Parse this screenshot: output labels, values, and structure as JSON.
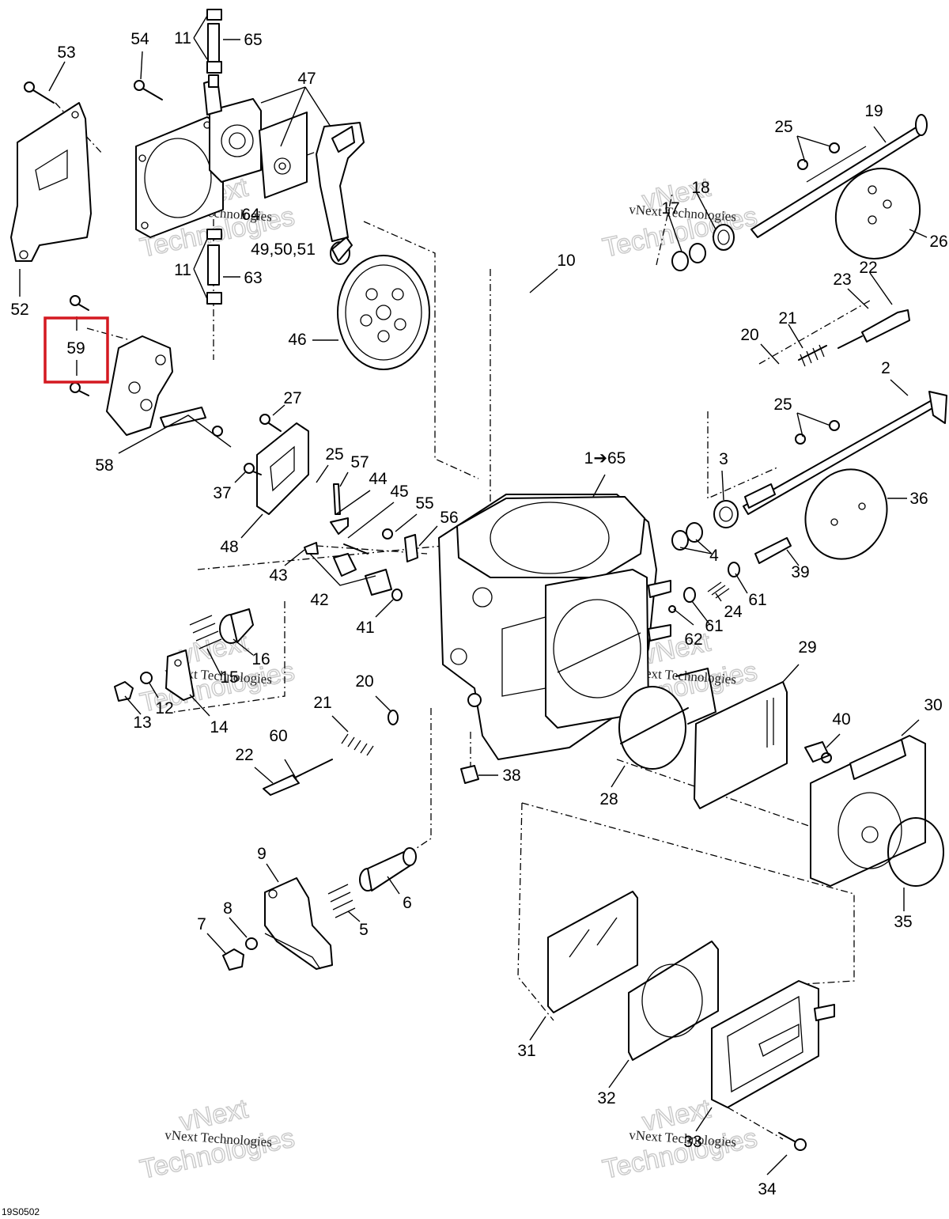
{
  "figure": {
    "drawing_code": "19S0502",
    "highlight_color": "#d41920"
  },
  "watermark": {
    "line1": "vNext Technologies",
    "line2": "vNext",
    "line3": "Technologies"
  },
  "callouts": [
    {
      "id": "53",
      "text": "53"
    },
    {
      "id": "54",
      "text": "54"
    },
    {
      "id": "11a",
      "text": "11"
    },
    {
      "id": "65",
      "text": "65"
    },
    {
      "id": "47",
      "text": "47"
    },
    {
      "id": "64",
      "text": "64"
    },
    {
      "id": "49-51",
      "text": "49,50,51"
    },
    {
      "id": "11b",
      "text": "11"
    },
    {
      "id": "63",
      "text": "63"
    },
    {
      "id": "52",
      "text": "52"
    },
    {
      "id": "59",
      "text": "59"
    },
    {
      "id": "46",
      "text": "46"
    },
    {
      "id": "58",
      "text": "58"
    },
    {
      "id": "27",
      "text": "27"
    },
    {
      "id": "37",
      "text": "37"
    },
    {
      "id": "48",
      "text": "48"
    },
    {
      "id": "25a",
      "text": "25"
    },
    {
      "id": "57",
      "text": "57"
    },
    {
      "id": "44",
      "text": "44"
    },
    {
      "id": "45",
      "text": "45"
    },
    {
      "id": "55",
      "text": "55"
    },
    {
      "id": "56",
      "text": "56"
    },
    {
      "id": "43",
      "text": "43"
    },
    {
      "id": "42",
      "text": "42"
    },
    {
      "id": "41",
      "text": "41"
    },
    {
      "id": "10",
      "text": "10"
    },
    {
      "id": "1-65",
      "text": "1➔65"
    },
    {
      "id": "19",
      "text": "19"
    },
    {
      "id": "25b",
      "text": "25"
    },
    {
      "id": "18",
      "text": "18"
    },
    {
      "id": "17",
      "text": "17"
    },
    {
      "id": "26",
      "text": "26"
    },
    {
      "id": "23",
      "text": "23"
    },
    {
      "id": "22a",
      "text": "22"
    },
    {
      "id": "20a",
      "text": "20"
    },
    {
      "id": "21a",
      "text": "21"
    },
    {
      "id": "2",
      "text": "2"
    },
    {
      "id": "25c",
      "text": "25"
    },
    {
      "id": "3",
      "text": "3"
    },
    {
      "id": "36",
      "text": "36"
    },
    {
      "id": "4",
      "text": "4"
    },
    {
      "id": "39",
      "text": "39"
    },
    {
      "id": "61a",
      "text": "61"
    },
    {
      "id": "24",
      "text": "24"
    },
    {
      "id": "61b",
      "text": "61"
    },
    {
      "id": "62",
      "text": "62"
    },
    {
      "id": "16",
      "text": "16"
    },
    {
      "id": "15",
      "text": "15"
    },
    {
      "id": "12",
      "text": "12"
    },
    {
      "id": "13",
      "text": "13"
    },
    {
      "id": "14",
      "text": "14"
    },
    {
      "id": "20b",
      "text": "20"
    },
    {
      "id": "21b",
      "text": "21"
    },
    {
      "id": "60",
      "text": "60"
    },
    {
      "id": "22b",
      "text": "22"
    },
    {
      "id": "29",
      "text": "29"
    },
    {
      "id": "30",
      "text": "30"
    },
    {
      "id": "40",
      "text": "40"
    },
    {
      "id": "38",
      "text": "38"
    },
    {
      "id": "28",
      "text": "28"
    },
    {
      "id": "35",
      "text": "35"
    },
    {
      "id": "9",
      "text": "9"
    },
    {
      "id": "8",
      "text": "8"
    },
    {
      "id": "7",
      "text": "7"
    },
    {
      "id": "5",
      "text": "5"
    },
    {
      "id": "6",
      "text": "6"
    },
    {
      "id": "31",
      "text": "31"
    },
    {
      "id": "32",
      "text": "32"
    },
    {
      "id": "33",
      "text": "33"
    },
    {
      "id": "34",
      "text": "34"
    }
  ]
}
